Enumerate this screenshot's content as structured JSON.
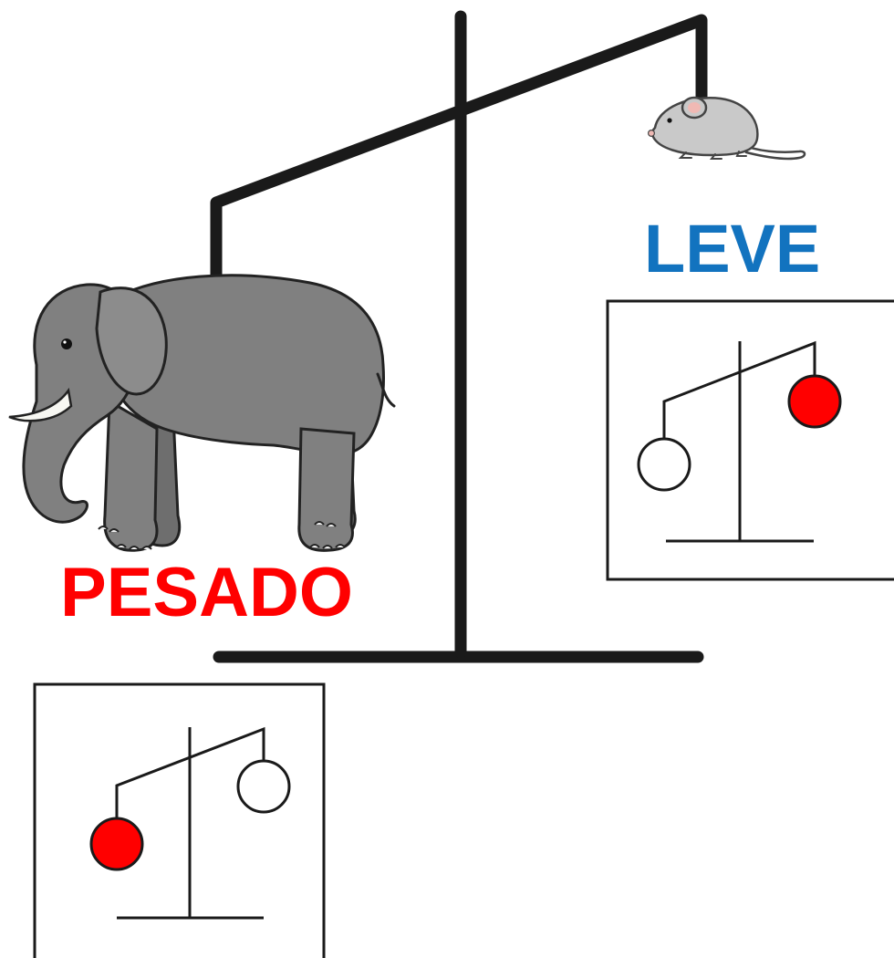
{
  "labels": {
    "light": "LEVE",
    "heavy": "PESADO"
  },
  "colors": {
    "light_label": "#1273bf",
    "heavy_label": "#ff0000",
    "marker_fill": "#ff0000",
    "line": "#1a1a1a",
    "elephant": "#808080",
    "mouse": "#c9c9c9"
  },
  "pictograms": [
    {
      "meaning": "light",
      "filled_side": "right"
    },
    {
      "meaning": "heavy",
      "filled_side": "left"
    }
  ],
  "icons": {
    "elephant": "elephant-icon",
    "mouse": "mouse-icon",
    "balance": "balance-scale-icon"
  }
}
